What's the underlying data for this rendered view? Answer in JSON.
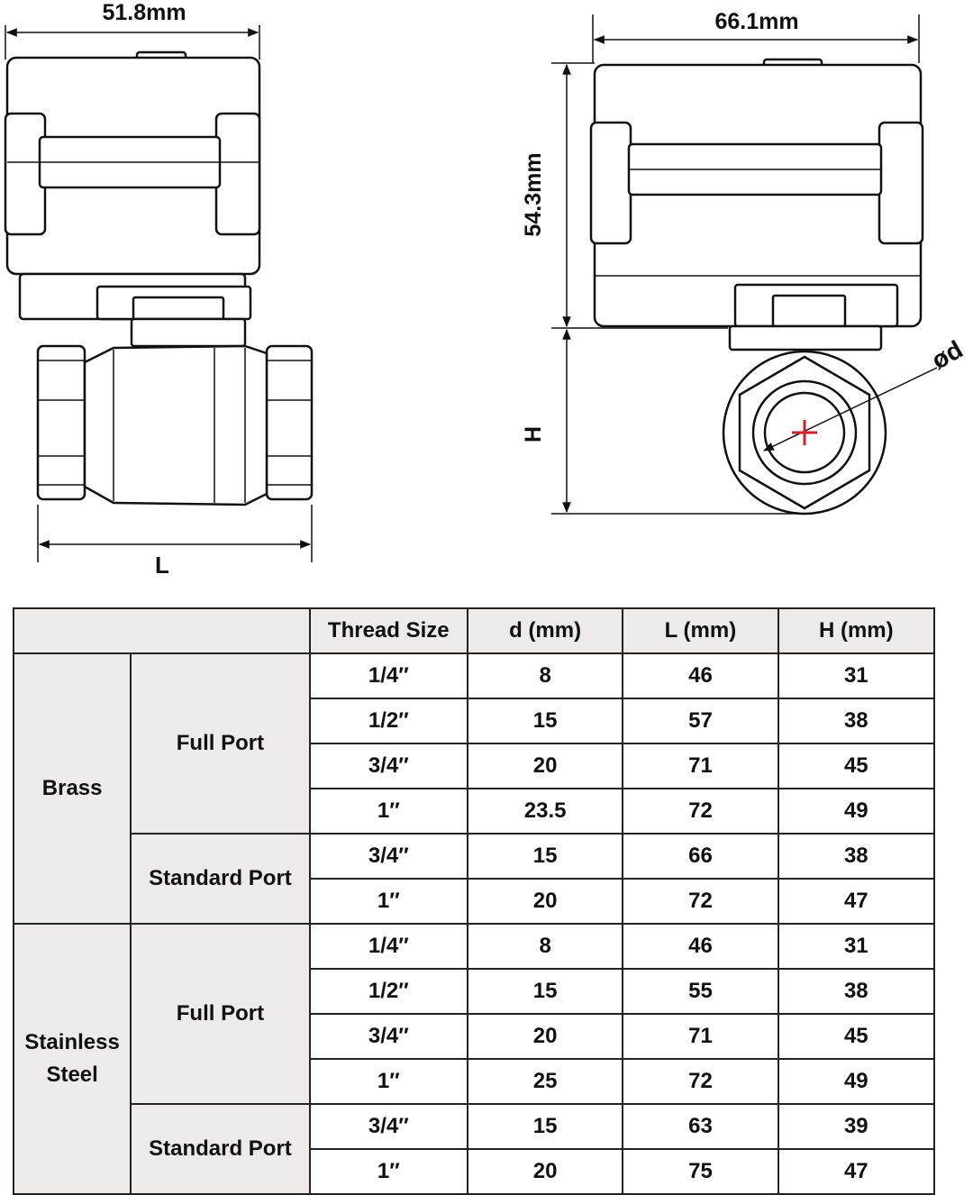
{
  "dimensions": {
    "left_width": "51.8mm",
    "right_width": "66.1mm",
    "actuator_height": "54.3mm",
    "length_label": "L",
    "height_label": "H",
    "diameter_label": "ød"
  },
  "table": {
    "columns": [
      "Thread Size",
      "d (mm)",
      "L (mm)",
      "H (mm)"
    ],
    "materials": [
      {
        "name_lines": [
          "Brass"
        ],
        "ports": [
          {
            "port": "Full Port",
            "rows": [
              [
                "1/4″",
                "8",
                "46",
                "31"
              ],
              [
                "1/2″",
                "15",
                "57",
                "38"
              ],
              [
                "3/4″",
                "20",
                "71",
                "45"
              ],
              [
                "1″",
                "23.5",
                "72",
                "49"
              ]
            ]
          },
          {
            "port": "Standard Port",
            "rows": [
              [
                "3/4″",
                "15",
                "66",
                "38"
              ],
              [
                "1″",
                "20",
                "72",
                "47"
              ]
            ]
          }
        ]
      },
      {
        "name_lines": [
          "Stainless",
          "Steel"
        ],
        "ports": [
          {
            "port": "Full Port",
            "rows": [
              [
                "1/4″",
                "8",
                "46",
                "31"
              ],
              [
                "1/2″",
                "15",
                "55",
                "38"
              ],
              [
                "3/4″",
                "20",
                "71",
                "45"
              ],
              [
                "1″",
                "25",
                "72",
                "49"
              ]
            ]
          },
          {
            "port": "Standard Port",
            "rows": [
              [
                "3/4″",
                "15",
                "63",
                "39"
              ],
              [
                "1″",
                "20",
                "75",
                "47"
              ]
            ]
          }
        ]
      }
    ]
  }
}
